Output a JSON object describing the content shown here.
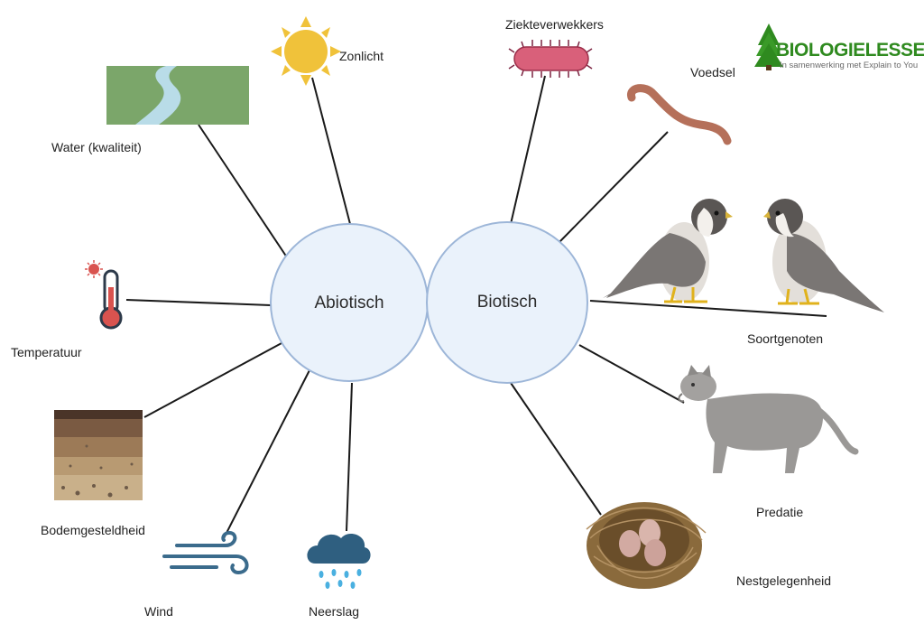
{
  "logo": {
    "title": "BIOLOGIELESSEN.NL",
    "subtitle": "In samenwerking met Explain to You"
  },
  "center": {
    "abiotic": "Abiotisch",
    "biotic": "Biotisch"
  },
  "abiotic_factors": {
    "water": "Water (kwaliteit)",
    "sunlight": "Zonlicht",
    "temperature": "Temperatuur",
    "soil": "Bodemgesteldheid",
    "wind": "Wind",
    "rain": "Neerslag"
  },
  "biotic_factors": {
    "pathogens": "Ziekteverwekkers",
    "food": "Voedsel",
    "conspecifics": "Soortgenoten",
    "predation": "Predatie",
    "nesting": "Nestgelegenheid"
  },
  "colors": {
    "circle_fill": "#eaf2fb",
    "circle_stroke": "#9db6d8",
    "line": "#1a1a1a",
    "logo_green": "#2f8a1f"
  }
}
